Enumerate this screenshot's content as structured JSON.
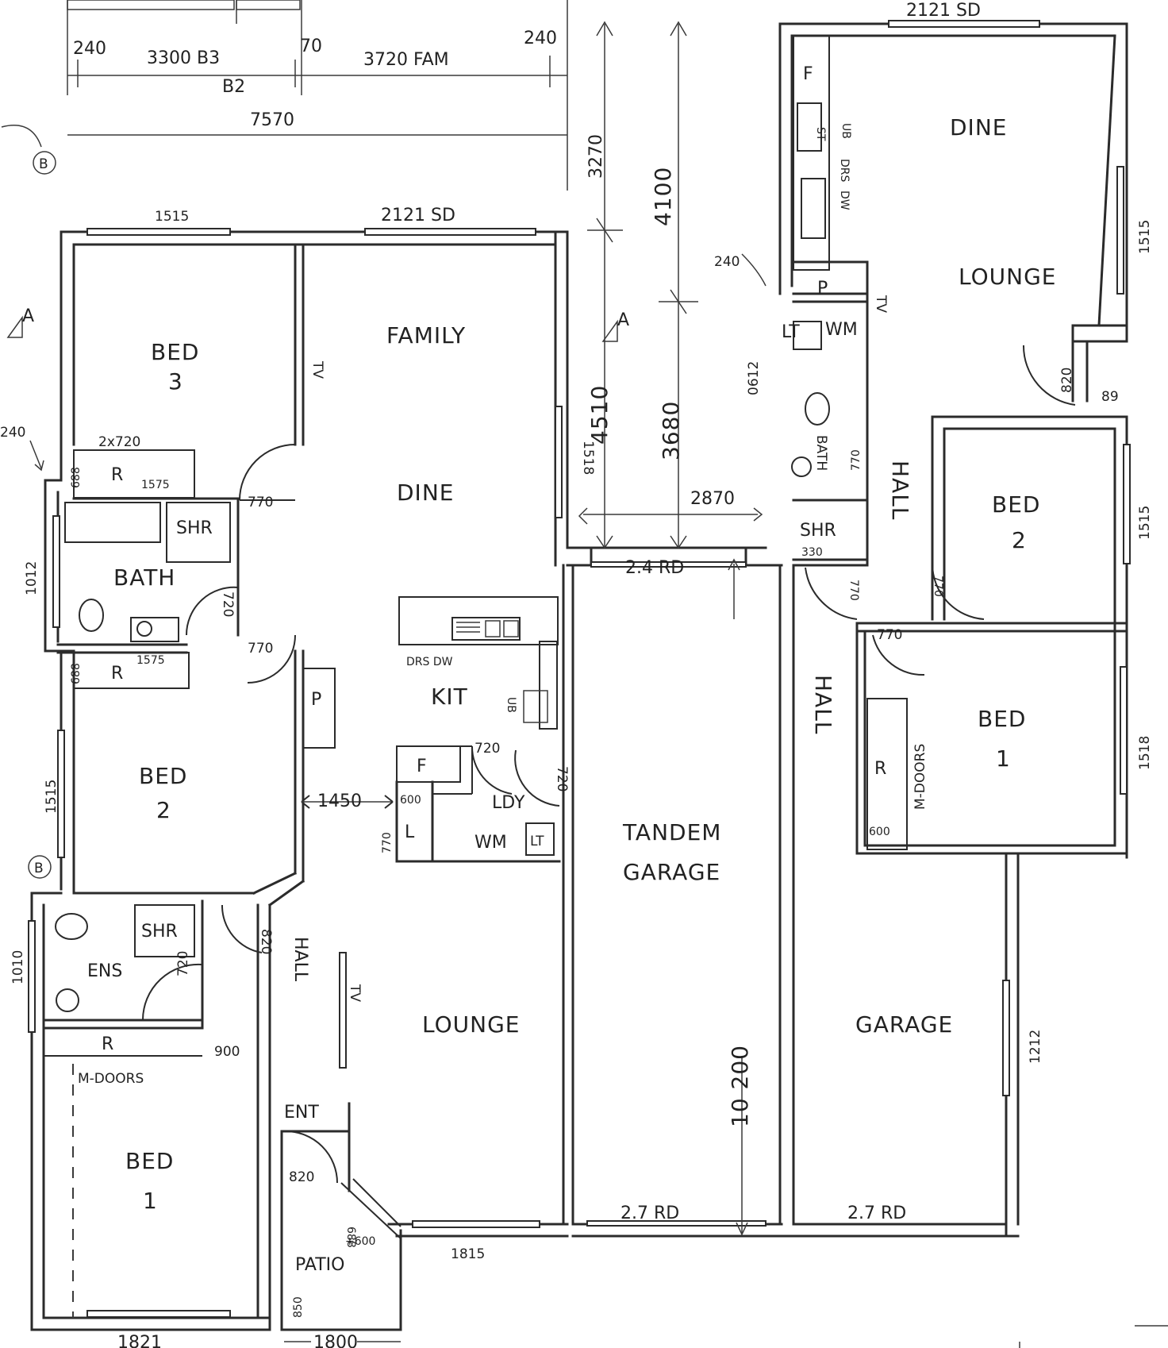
{
  "plan": {
    "unit_a": {
      "rooms": {
        "bed3": "BED",
        "bed3_num": "3",
        "family": "FAMILY",
        "dine": "DINE",
        "bath": "BATH",
        "shr": "SHR",
        "kit": "KIT",
        "ldy": "LDY",
        "bed2": "BED",
        "bed2_num": "2",
        "ens": "ENS",
        "ens_shr": "SHR",
        "hall": "HALL",
        "lounge": "LOUNGE",
        "ent": "ENT",
        "bed1": "BED",
        "bed1_num": "1",
        "patio": "PATIO"
      },
      "fixtures": {
        "tv_family": "TV",
        "tv_hall": "TV",
        "robe_bed3": "R",
        "robe_bed2": "R",
        "robe_bed1": "R",
        "pantry": "P",
        "fridge": "F",
        "drs_dw": "DRS  DW",
        "ub": "UB",
        "wm": "WM",
        "lt": "LT",
        "l": "L",
        "m_doors": "M-DOORS"
      },
      "dims": {
        "top_240_left": "240",
        "top_3300": "3300 B3",
        "top_70": "70",
        "top_3720": "3720  FAM",
        "top_240_right": "240",
        "top_b2": "B2",
        "top_total": "7570",
        "win_bed3": "1515",
        "win_family": "2121 SD",
        "wall_240": "240",
        "robe_2x720": "2x720",
        "robe_688": "688",
        "robe_1575": "1575",
        "robe2_688": "688",
        "robe2_1575": "1575",
        "door_770_a": "770",
        "door_720_bath": "720",
        "door_770_b": "770",
        "win_bath": "1012",
        "win_bed2": "1515",
        "win_dine": "1518",
        "door_720_ldy": "720",
        "door_720_ldy2": "720",
        "hall_1450": "1450",
        "l_600": "600",
        "l_770": "770",
        "door_820_ens": "820",
        "door_720_ens": "720",
        "win_ens": "1010",
        "robe_900": "900",
        "door_820_ent": "820",
        "patio_688": "688",
        "patio_600": "+600",
        "patio_850": "850",
        "win_front": "1815",
        "win_bed1": "1821",
        "patio_1800": "1800"
      },
      "section_a": "A",
      "section_b": "B"
    },
    "garage_zone": {
      "d_3270": "3270",
      "d_4100": "4100",
      "d_4510": "4510",
      "d_3680": "3680",
      "d_2870": "2870",
      "d_240": "240",
      "door_rear": "2.4  RD",
      "tandem": "TANDEM",
      "garage_word": "GARAGE",
      "door_front": "2.7  RD",
      "d_10200": "10 200",
      "section_a": "A"
    },
    "unit_b": {
      "rooms": {
        "dine": "DINE",
        "lounge": "LOUNGE",
        "bath": "BATH",
        "shr": "SHR",
        "hall_upper": "HALL",
        "hall_lower": "HALL",
        "bed2": "BED",
        "bed2_num": "2",
        "bed1": "BED",
        "bed1_num": "1",
        "garage": "GARAGE"
      },
      "fixtures": {
        "fridge": "F",
        "pantry": "P",
        "lt": "LT",
        "wm": "WM",
        "tv": "TV",
        "ub": "UB",
        "drs": "DRS",
        "dw": "DW",
        "robe": "R",
        "m_doors": "M-DOORS",
        "st": "ST"
      },
      "dims": {
        "win_top": "2121 SD",
        "win_dine": "1515",
        "win_bed2": "1515",
        "win_bed1": "1518",
        "door_820": "820",
        "d_89": "89",
        "d_0612": "0612",
        "door_770_bath": "770",
        "shr_330": "330",
        "door_770_hall": "770",
        "door_770_bed2": "770",
        "door_770_bed1": "770",
        "robe_600": "600",
        "win_garage": "1212",
        "garage_door": "2.7  RD"
      }
    }
  }
}
